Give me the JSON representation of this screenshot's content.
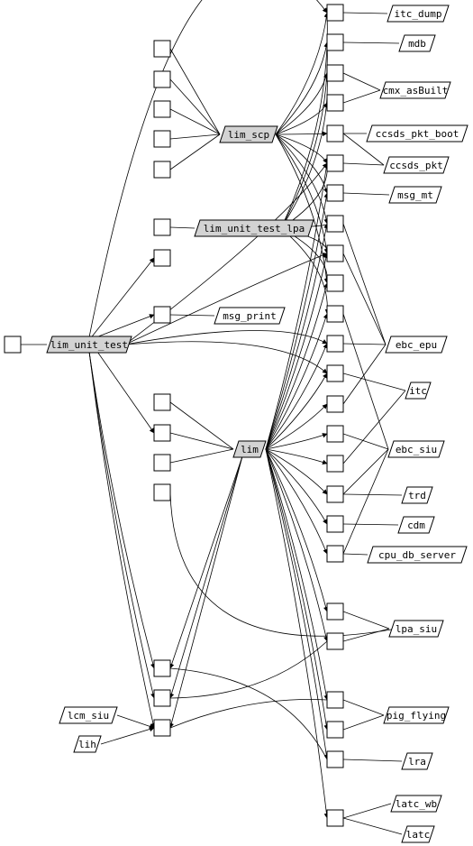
{
  "diagram": {
    "nodes": [
      {
        "id": "itc_dump",
        "label": "itc_dump",
        "kind": "file",
        "fill": "#ffffff"
      },
      {
        "id": "mdb",
        "label": "mdb",
        "kind": "file",
        "fill": "#ffffff"
      },
      {
        "id": "cmx_asBuilt",
        "label": "cmx_asBuilt",
        "kind": "file",
        "fill": "#ffffff"
      },
      {
        "id": "ccsds_pkt_boot",
        "label": "ccsds_pkt_boot",
        "kind": "file",
        "fill": "#ffffff"
      },
      {
        "id": "ccsds_pkt",
        "label": "ccsds_pkt",
        "kind": "file",
        "fill": "#ffffff"
      },
      {
        "id": "msg_mt",
        "label": "msg_mt",
        "kind": "file",
        "fill": "#ffffff"
      },
      {
        "id": "lim_scp",
        "label": "lim_scp",
        "kind": "file",
        "fill": "#d3d3d3"
      },
      {
        "id": "lim_unit_test_lpa",
        "label": "lim_unit_test_lpa",
        "kind": "file",
        "fill": "#d3d3d3"
      },
      {
        "id": "msg_print",
        "label": "msg_print",
        "kind": "file",
        "fill": "#ffffff"
      },
      {
        "id": "lim_unit_test",
        "label": "lim_unit_test",
        "kind": "file",
        "fill": "#d3d3d3"
      },
      {
        "id": "ebc_epu",
        "label": "ebc_epu",
        "kind": "file",
        "fill": "#ffffff"
      },
      {
        "id": "itc",
        "label": "itc",
        "kind": "file",
        "fill": "#ffffff"
      },
      {
        "id": "lim",
        "label": "lim",
        "kind": "file",
        "fill": "#d3d3d3"
      },
      {
        "id": "ebc_siu",
        "label": "ebc_siu",
        "kind": "file",
        "fill": "#ffffff"
      },
      {
        "id": "trd",
        "label": "trd",
        "kind": "file",
        "fill": "#ffffff"
      },
      {
        "id": "cdm",
        "label": "cdm",
        "kind": "file",
        "fill": "#ffffff"
      },
      {
        "id": "cpu_db_server",
        "label": "cpu_db_server",
        "kind": "file",
        "fill": "#ffffff"
      },
      {
        "id": "lpa_siu",
        "label": "lpa_siu",
        "kind": "file",
        "fill": "#ffffff"
      },
      {
        "id": "lcm_siu",
        "label": "lcm_siu",
        "kind": "file",
        "fill": "#ffffff"
      },
      {
        "id": "pig_flying",
        "label": "pig_flying",
        "kind": "file",
        "fill": "#ffffff"
      },
      {
        "id": "lih",
        "label": "lih",
        "kind": "file",
        "fill": "#ffffff"
      },
      {
        "id": "lra",
        "label": "lra",
        "kind": "file",
        "fill": "#ffffff"
      },
      {
        "id": "latc_wb",
        "label": "latc_wb",
        "kind": "file",
        "fill": "#ffffff"
      },
      {
        "id": "latc",
        "label": "latc",
        "kind": "file",
        "fill": "#ffffff"
      }
    ],
    "box_count": 45
  }
}
